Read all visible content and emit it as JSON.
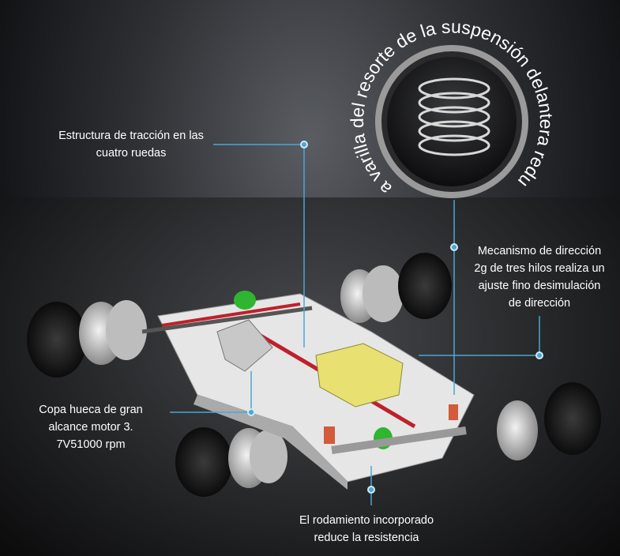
{
  "callouts": {
    "traction": [
      "Estructura de tracción en las",
      "cuatro ruedas"
    ],
    "suspension_arc": "La varilla del resorte de la suspensión delantera reduce",
    "steering": [
      "Mecanismo de dirección",
      "2g de tres hilos realiza un",
      "ajuste fino desimulación",
      "de dirección"
    ],
    "motor": [
      "Copa hueca de gran",
      "alcance motor 3.",
      "7V51000 rpm"
    ],
    "bearing": [
      "El rodamiento incorporado",
      "reduce la resistencia"
    ]
  },
  "colors": {
    "line": "#4aa6d6",
    "chassis": "#e4e4e4",
    "motor_box": "#e8e070",
    "gear": "#2fb52f",
    "rod": "#c0202a"
  }
}
